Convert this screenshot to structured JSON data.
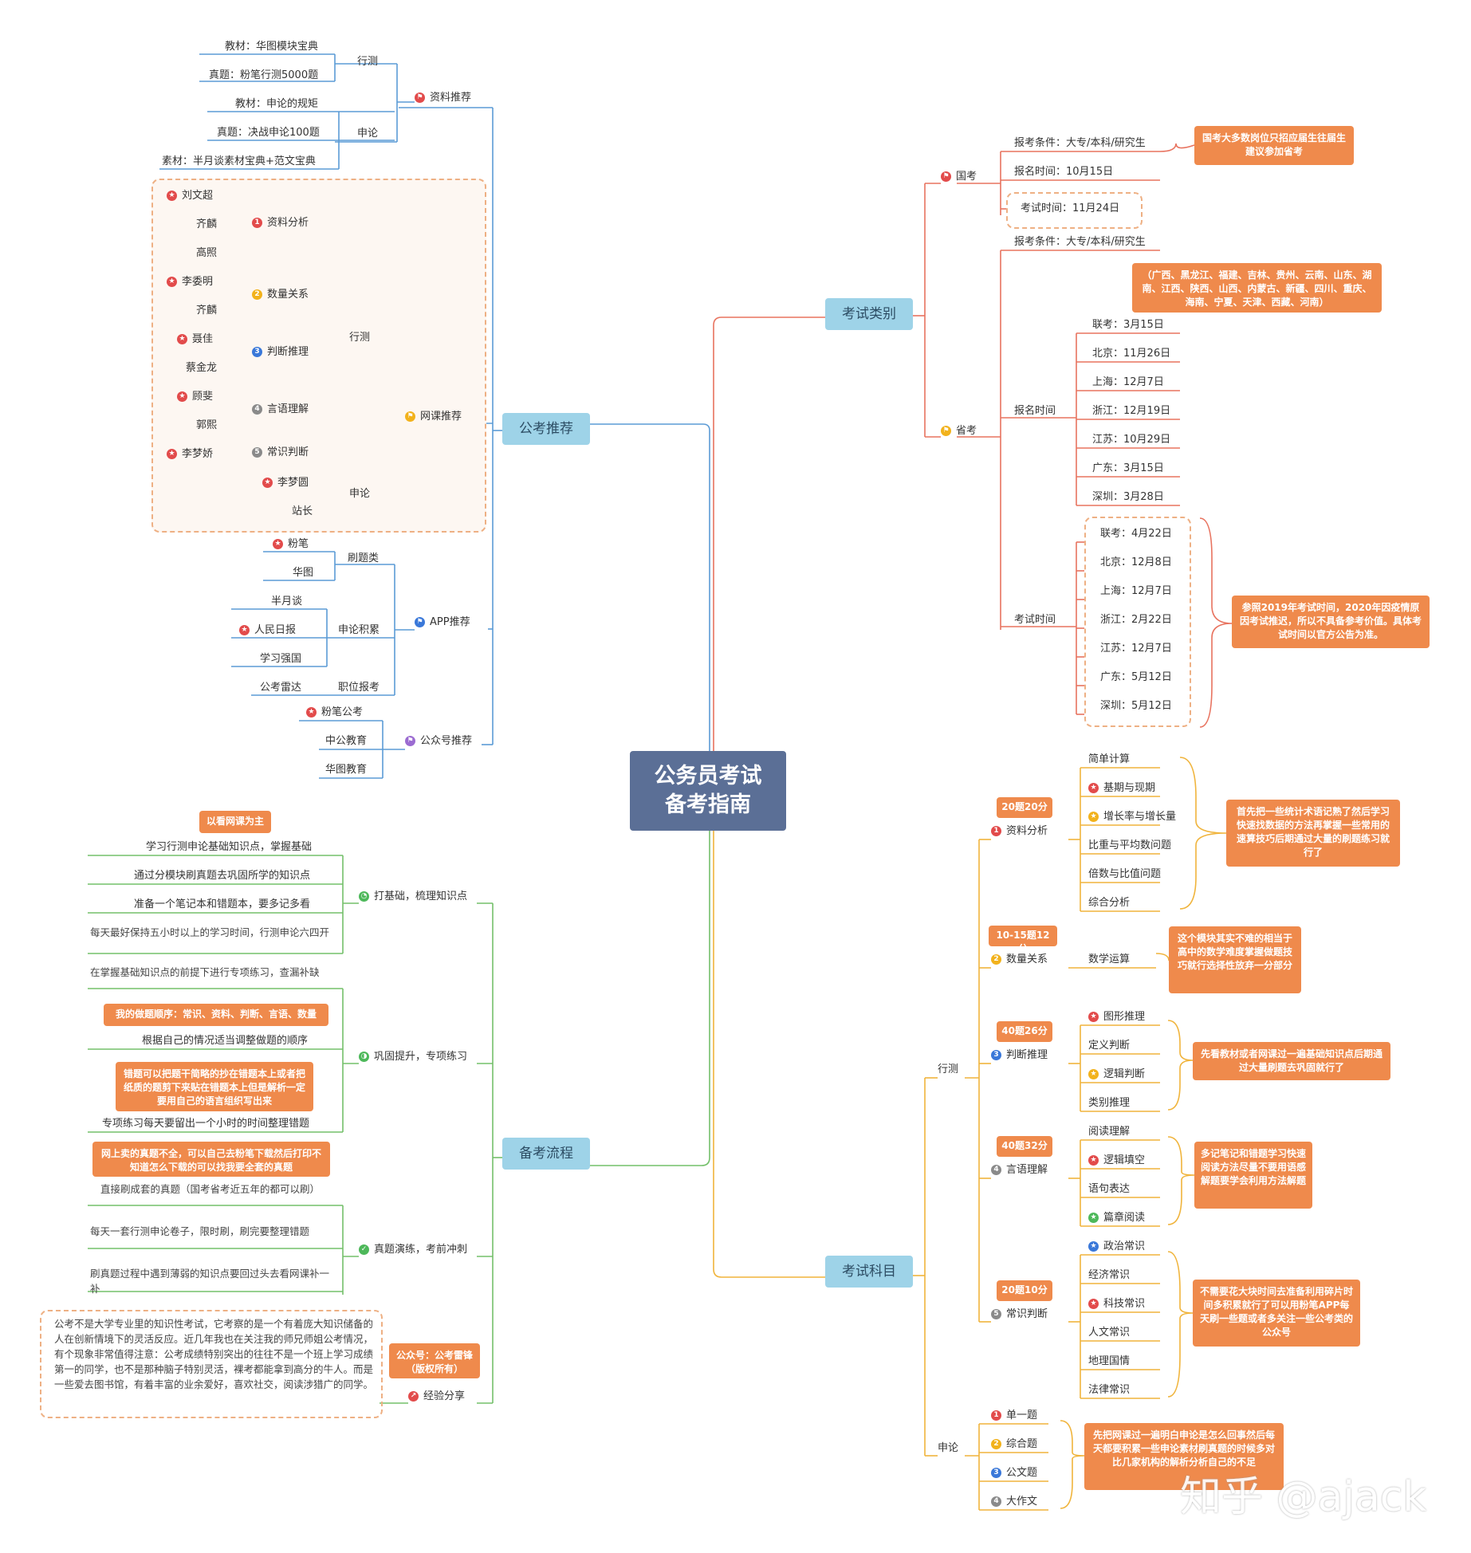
{
  "center": {
    "line1": "公务员考试",
    "line2": "备考指南"
  },
  "main": {
    "gktj": "公考推荐",
    "kslb": "考试类别",
    "bklc": "备考流程",
    "kskm": "考试科目"
  },
  "gktj": {
    "zltj": "资料推荐",
    "xc": "行测",
    "sl": "申论",
    "xc_items": [
      "教材：华图模块宝典",
      "真题：粉笔行测5000题"
    ],
    "sl_items": [
      "教材：申论的规矩",
      "真题：决战申论100题",
      "素材：半月谈素材宝典+范文宝典"
    ],
    "wktj": "网课推荐",
    "wk_xc": "行测",
    "wk_sl": "申论",
    "zlfx": "资料分析",
    "slgx": "数量关系",
    "pdtl": "判断推理",
    "yyll": "言语理解",
    "cspd": "常识判断",
    "t_liuwenchao": "刘文超",
    "t_qilin1": "齐麟",
    "t_gaozhao": "高照",
    "t_lixiuming": "李委明",
    "t_qilin2": "齐麟",
    "t_niejia": "聂佳",
    "t_caijinlong": "蔡金龙",
    "t_gufei": "顾斐",
    "t_guoxi": "郭熙",
    "t_limengjiao": "李梦娇",
    "t_limengyuan": "李梦圆",
    "t_zhanzhang": "站长",
    "apptj": "APP推荐",
    "sht": "刷题类",
    "fenbi": "粉笔",
    "huatu": "华图",
    "sljl": "申论积累",
    "bany": "半月谈",
    "rmrb": "人民日报",
    "xxqg": "学习强国",
    "zwbk": "职位报考",
    "gkld": "公考雷达",
    "gzhtj": "公众号推荐",
    "fbgk": "粉笔公考",
    "zgjy": "中公教育",
    "htjy": "华图教育"
  },
  "kslb": {
    "gk": "国考",
    "gk_tj": "报考条件：大专/本科/研究生",
    "gk_bmsj": "报名时间：10月15日",
    "gk_kssj": "考试时间：11月24日",
    "gk_note": "国考大多数岗位只招应届生往届生建议参加省考",
    "sk": "省考",
    "sk_tj": "报考条件：大专/本科/研究生",
    "sk_prov_note": "（广西、黑龙江、福建、吉林、贵州、云南、山东、湖南、江西、陕西、山西、内蒙古、新疆、四川、重庆、海南、宁夏、天津、西藏、河南）",
    "bmsj": "报名时间",
    "bm_list": [
      "联考：3月15日",
      "北京：11月26日",
      "上海：12月7日",
      "浙江：12月19日",
      "江苏：10月29日",
      "广东：3月15日",
      "深圳：3月28日"
    ],
    "kssj": "考试时间",
    "ks_list": [
      "联考：4月22日",
      "北京：12月8日",
      "上海：12月7日",
      "浙江：2月22日",
      "江苏：12月7日",
      "广东：5月12日",
      "深圳：5月12日"
    ],
    "ks_note": "参照2019年考试时间，2020年因疫情原因考试推迟，所以不具备参考价值。具体考试时间以官方公告为准。"
  },
  "bklc": {
    "djc": "打基础，梳理知识点",
    "djc_tag": "以看网课为主",
    "djc_items": [
      "学习行测申论基础知识点，掌握基础",
      "通过分模块刷真题去巩固所学的知识点",
      "准备一个笔记本和错题本，要多记多看",
      "每天最好保持五小时以上的学习时间，行测申论六四开"
    ],
    "gg": "巩固提升，专项练习",
    "gg_item1": "在掌握基础知识点的前提下进行专项练习，查漏补缺",
    "gg_tag1": "我的做题顺序：常识、资料、判断、言语、数量",
    "gg_item2": "根据自己的情况适当调整做题的顺序",
    "gg_tag2": "错题可以把题干简略的抄在错题本上或者把纸质的题剪下来贴在错题本上但是解析一定要用自己的语言组织写出来",
    "gg_item3": "专项练习每天要留出一个小时的时间整理错题",
    "zt": "真题演练，考前冲刺",
    "zt_tag": "网上卖的真题不全，可以自己去粉笔下载然后打印不知道怎么下载的可以找我要全套的真题",
    "zt_items": [
      "直接刷成套的真题（国考省考近五年的都可以刷）",
      "每天一套行测申论卷子，限时刷，刷完要整理错题",
      "刷真题过程中遇到薄弱的知识点要回过头去看网课补一补"
    ],
    "jyfx": "经验分享",
    "jyfx_tag": "公众号：公考雷锋（版权所有）",
    "jyfx_para": "公考不是大学专业里的知识性考试，它考察的是一个有着庞大知识储备的人在创新情境下的灵活反应。近几年我也在关注我的师兄师姐公考情况，有个现象非常值得注意：公考成绩特别突出的往往不是一个班上学习成绩第一的同学，也不是那种脑子特别灵活，裸考都能拿到高分的牛人。而是一些爱去图书馆，有着丰富的业余爱好，喜欢社交，阅读涉猎广的同学。"
  },
  "kskm": {
    "xc": "行测",
    "sl": "申论",
    "zlfx": "资料分析",
    "zlfx_tag": "20题20分",
    "zlfx_items": [
      "简单计算",
      "基期与现期",
      "增长率与增长量",
      "比重与平均数问题",
      "倍数与比值问题",
      "综合分析"
    ],
    "zlfx_note": "首先把一些统计术语记熟了然后学习快速找数据的方法再掌握一些常用的速算技巧后期通过大量的刷题练习就行了",
    "slgx": "数量关系",
    "slgx_tag": "10-15题12分",
    "slgx_item": "数学运算",
    "slgx_note": "这个模块其实不难的相当于高中的数学难度掌握做题技巧就行选择性放弃一分部分",
    "pdtl": "判断推理",
    "pdtl_tag": "40题26分",
    "pdtl_items": [
      "图形推理",
      "定义判断",
      "逻辑判断",
      "类别推理"
    ],
    "pdtl_note": "先看教材或者网课过一遍基础知识点后期通过大量刷题去巩固就行了",
    "yyll": "言语理解",
    "yyll_tag": "40题32分",
    "yyll_items": [
      "阅读理解",
      "逻辑填空",
      "语句表达",
      "篇章阅读"
    ],
    "yyll_note": "多记笔记和错题学习快速阅读方法尽量不要用语感解题要学会利用方法解题",
    "cspd": "常识判断",
    "cspd_tag": "20题10分",
    "cspd_items": [
      "政治常识",
      "经济常识",
      "科技常识",
      "人文常识",
      "地理国情",
      "法律常识"
    ],
    "cspd_note": "不需要花大块时间去准备利用碎片时间多积累就行了可以用粉笔APP每天刷一些题或者多关注一些公考类的公众号",
    "sl_items": [
      "单一题",
      "综合题",
      "公文题",
      "大作文"
    ],
    "sl_note": "先把网课过一遍明白申论是怎么回事然后每天都要积累一些申论素材刷真题的时候多对比几家机构的解析分析自己的不足"
  },
  "watermark": "知乎 @ajack",
  "colors": {
    "blue_branch": "#5b9bd5",
    "red_branch": "#e8735f",
    "green_branch": "#74c06a",
    "yellow_branch": "#f0b43c",
    "note": "#ef8a4c",
    "center": "#5b6f96",
    "main": "#9ed3e8"
  }
}
